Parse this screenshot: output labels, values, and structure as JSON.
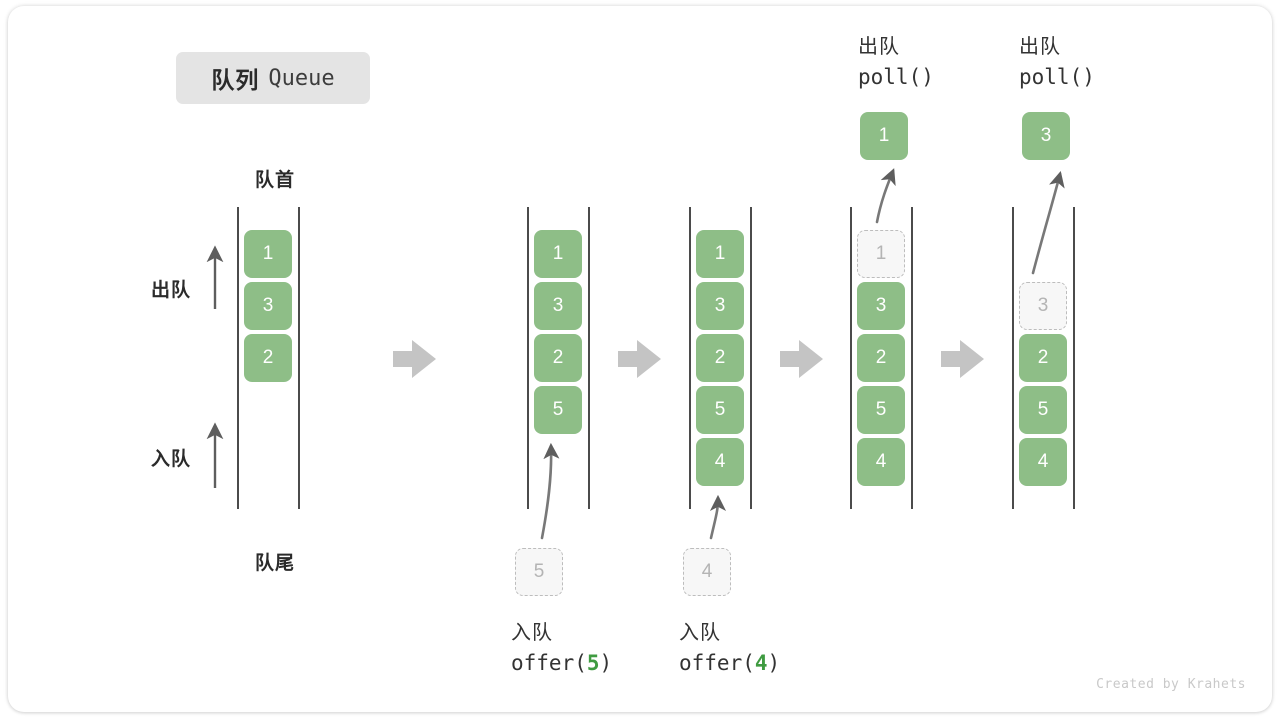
{
  "title": {
    "cn": "队列",
    "en": "Queue"
  },
  "labels": {
    "head": "队首",
    "tail": "队尾",
    "dequeue": "出队",
    "enqueue": "入队"
  },
  "watermark": "Created by Krahets",
  "colors": {
    "cell_fill": "#8ebe87",
    "cell_text": "#ffffff",
    "ghost_fill": "#f7f7f7",
    "ghost_border": "#bdbdbd",
    "ghost_text": "#b4b4b4",
    "rail": "#4b4b4b",
    "arrow": "#5e5e5e",
    "step_arrow": "#c4c4c4",
    "badge_bg": "#e4e4e4",
    "code_accent": "#3f9b41"
  },
  "steps": [
    {
      "id": "initial",
      "cells": [
        {
          "value": "1",
          "state": "solid"
        },
        {
          "value": "3",
          "state": "solid"
        },
        {
          "value": "2",
          "state": "solid"
        }
      ],
      "caption": null,
      "detached": null
    },
    {
      "id": "offer-5",
      "cells": [
        {
          "value": "1",
          "state": "solid"
        },
        {
          "value": "3",
          "state": "solid"
        },
        {
          "value": "2",
          "state": "solid"
        },
        {
          "value": "5",
          "state": "solid"
        }
      ],
      "caption": {
        "cn": "入队",
        "code_prefix": "offer(",
        "code_num": "5",
        "code_suffix": ")",
        "position": "bottom"
      },
      "detached": {
        "value": "5",
        "state": "ghost",
        "position": "bottom"
      }
    },
    {
      "id": "offer-4",
      "cells": [
        {
          "value": "1",
          "state": "solid"
        },
        {
          "value": "3",
          "state": "solid"
        },
        {
          "value": "2",
          "state": "solid"
        },
        {
          "value": "5",
          "state": "solid"
        },
        {
          "value": "4",
          "state": "solid"
        }
      ],
      "caption": {
        "cn": "入队",
        "code_prefix": "offer(",
        "code_num": "4",
        "code_suffix": ")",
        "position": "bottom"
      },
      "detached": {
        "value": "4",
        "state": "ghost",
        "position": "bottom"
      }
    },
    {
      "id": "poll-1",
      "cells": [
        {
          "value": "1",
          "state": "ghost"
        },
        {
          "value": "3",
          "state": "solid"
        },
        {
          "value": "2",
          "state": "solid"
        },
        {
          "value": "5",
          "state": "solid"
        },
        {
          "value": "4",
          "state": "solid"
        }
      ],
      "caption": {
        "cn": "出队",
        "code_prefix": "poll(",
        "code_num": "",
        "code_suffix": ")",
        "position": "top"
      },
      "detached": {
        "value": "1",
        "state": "solid",
        "position": "top"
      }
    },
    {
      "id": "poll-3",
      "cells": [
        {
          "value": "",
          "state": "empty"
        },
        {
          "value": "3",
          "state": "ghost"
        },
        {
          "value": "2",
          "state": "solid"
        },
        {
          "value": "5",
          "state": "solid"
        },
        {
          "value": "4",
          "state": "solid"
        }
      ],
      "caption": {
        "cn": "出队",
        "code_prefix": "poll(",
        "code_num": "",
        "code_suffix": ")",
        "position": "top"
      },
      "detached": {
        "value": "3",
        "state": "solid",
        "position": "top"
      }
    }
  ],
  "step_arrows": [
    {
      "from": "initial",
      "to": "offer-5"
    },
    {
      "from": "offer-5",
      "to": "offer-4"
    },
    {
      "from": "offer-4",
      "to": "poll-1"
    },
    {
      "from": "poll-1",
      "to": "poll-3"
    }
  ]
}
